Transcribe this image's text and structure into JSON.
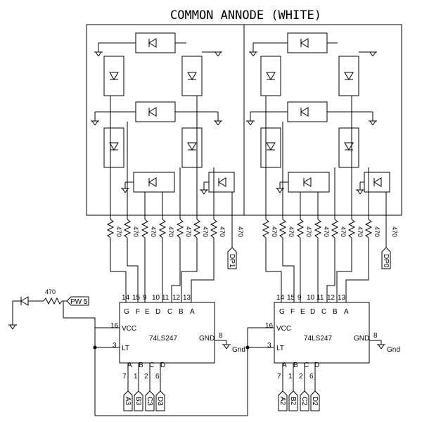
{
  "title": "COMMON ANNODE (WHITE)",
  "chip_name": "74LS247",
  "pin_labels": {
    "vcc": "VCC",
    "lt": "LT",
    "gnd": "GND",
    "top": [
      "G",
      "F",
      "E",
      "D",
      "C",
      "B",
      "A"
    ],
    "bottom": [
      "A",
      "B",
      "C",
      "D"
    ],
    "top_numbers": [
      "14",
      "15",
      "9",
      "10",
      "11",
      "12",
      "13"
    ],
    "bottom_numbers": [
      "7",
      "1",
      "2",
      "6"
    ],
    "vcc_number": "16",
    "lt_number": "3",
    "gnd_number": "8"
  },
  "resistor_value": "470",
  "pw_resistor_value": "470",
  "power_tag": "PW 5",
  "gnd_label": "Gnd",
  "left_digit": {
    "dp_tag": "DP1",
    "inputs": [
      "A3",
      "B3",
      "C3",
      "D3"
    ]
  },
  "right_digit": {
    "dp_tag": "DP0",
    "inputs": [
      "A2",
      "B2",
      "C2",
      "D2"
    ]
  }
}
